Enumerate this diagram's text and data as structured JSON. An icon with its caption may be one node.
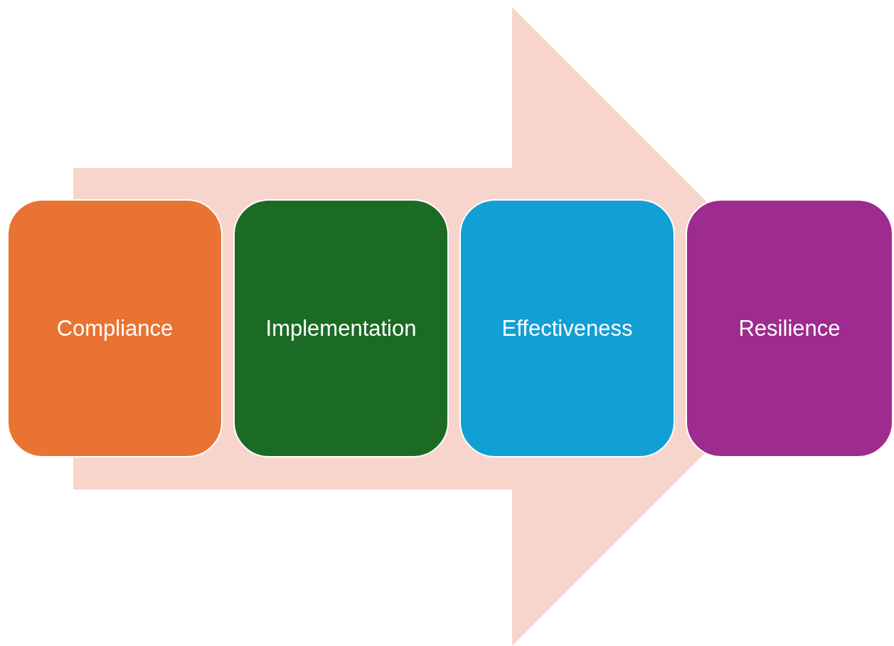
{
  "diagram": {
    "nodes": [
      {
        "text": [
          "Compliance"
        ]
      },
      {
        "text": [
          "Implementation"
        ]
      },
      {
        "text": [
          "Effectiveness"
        ]
      },
      {
        "text": [
          "Resilience"
        ]
      }
    ],
    "edges": [
      {
        "from": 0,
        "to": 3,
        "arrow": "to"
      }
    ]
  }
}
